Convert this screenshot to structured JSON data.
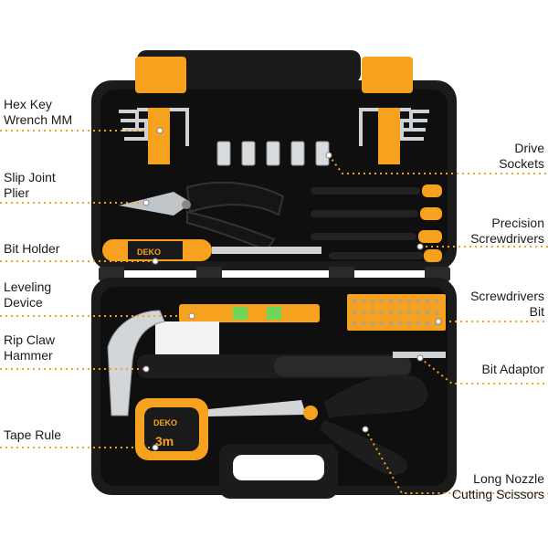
{
  "labels": {
    "hex_key": [
      "Hex Key",
      "Wrench MM"
    ],
    "slip_joint": [
      "Slip Joint",
      "Plier"
    ],
    "bit_holder": [
      "Bit Holder"
    ],
    "leveling": [
      "Leveling",
      "Device"
    ],
    "hammer": [
      "Rip Claw",
      "Hammer"
    ],
    "tape": [
      "Tape Rule"
    ],
    "sockets": [
      "Drive",
      "Sockets"
    ],
    "precision": [
      "Precision",
      "Screwdrivers"
    ],
    "bits": [
      "Screwdrivers",
      "Bit"
    ],
    "adaptor": [
      "Bit Adaptor"
    ],
    "scissors": [
      "Long Nozzle",
      "Cutting Scissors"
    ]
  },
  "product": {
    "brand": "DEKO",
    "tape_size": "3m"
  },
  "colors": {
    "accent": "#f6a21e",
    "case": "#141414",
    "leader": "#f6a21e"
  }
}
